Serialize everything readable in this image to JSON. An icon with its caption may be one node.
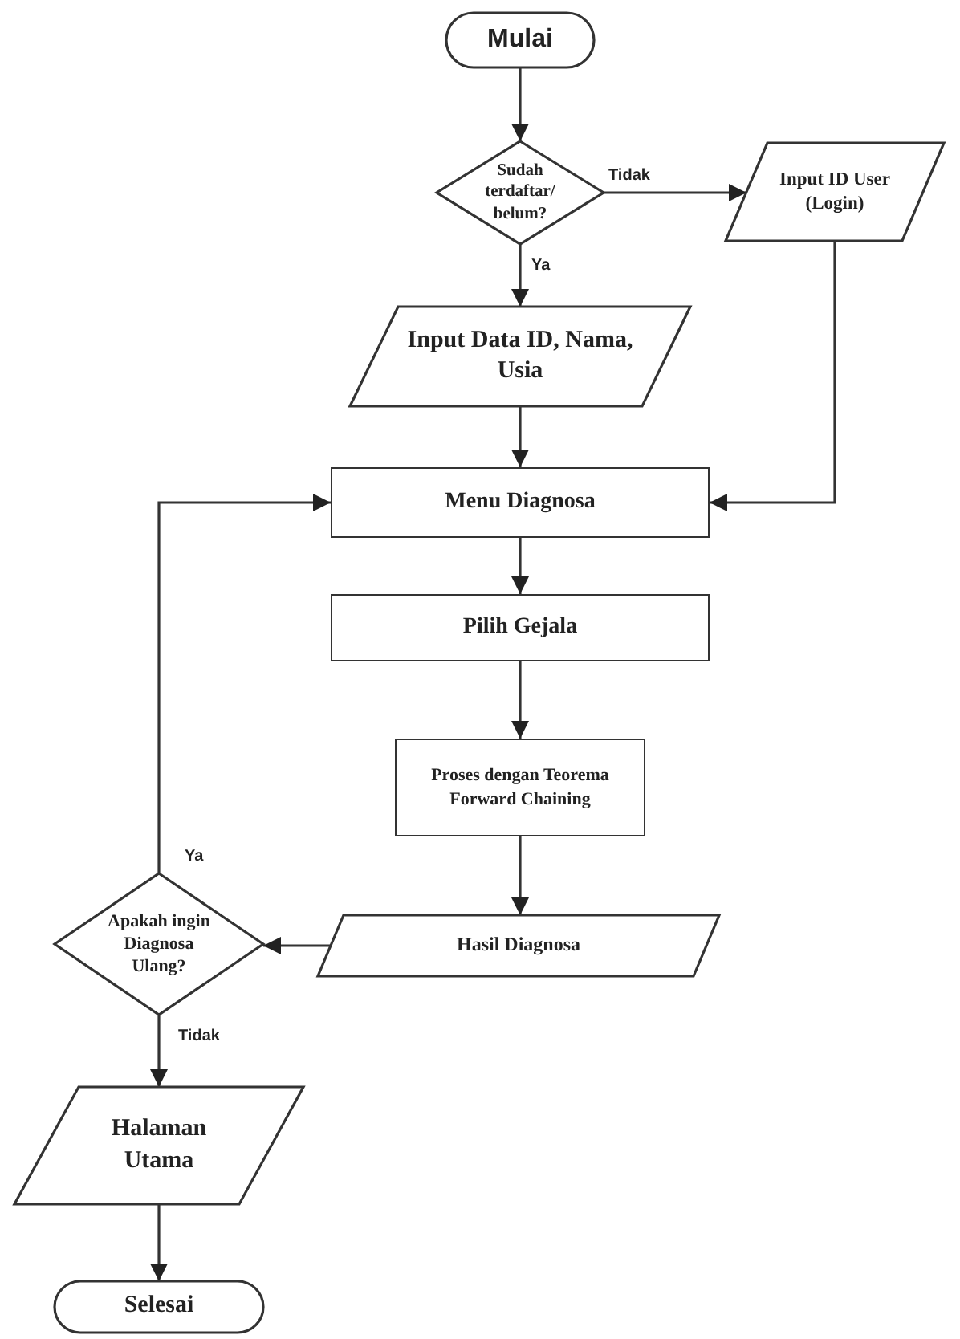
{
  "diagram": {
    "nodes": [
      {
        "text": [
          "Mulai"
        ]
      },
      {
        "text": [
          "Sudah terdaftar/ belum?"
        ]
      },
      {
        "text": [
          "Input ID User (Login)"
        ]
      },
      {
        "text": [
          "Input Data ID, Nama, Usia"
        ]
      },
      {
        "text": [
          "Menu Diagnosa"
        ]
      },
      {
        "text": [
          "Pilih Gejala"
        ]
      },
      {
        "text": [
          "Proses dengan Teorema Forward Chaining"
        ]
      },
      {
        "text": [
          "Hasil Diagnosa"
        ]
      },
      {
        "text": [
          "Apakah ingin Diagnosa Ulang?"
        ]
      },
      {
        "text": [
          "Halaman Utama"
        ]
      },
      {
        "text": [
          "Selesai"
        ]
      }
    ],
    "edges": [
      {
        "from": 0,
        "to": 1,
        "arrow": "to"
      },
      {
        "from": 1,
        "to": 2,
        "arrow": "to",
        "label": "Tidak"
      },
      {
        "from": 1,
        "to": 3,
        "arrow": "to",
        "label": "Ya"
      },
      {
        "from": 2,
        "to": 4,
        "arrow": "to"
      },
      {
        "from": 3,
        "to": 4,
        "arrow": "to"
      },
      {
        "from": 4,
        "to": 5,
        "arrow": "to"
      },
      {
        "from": 5,
        "to": 6,
        "arrow": "to"
      },
      {
        "from": 6,
        "to": 7,
        "arrow": "to"
      },
      {
        "from": 7,
        "to": 8,
        "arrow": "to"
      },
      {
        "from": 8,
        "to": 4,
        "arrow": "to",
        "label": "Ya"
      },
      {
        "from": 8,
        "to": 9,
        "arrow": "to",
        "label": "Tidak"
      },
      {
        "from": 9,
        "to": 10,
        "arrow": "to"
      }
    ]
  }
}
